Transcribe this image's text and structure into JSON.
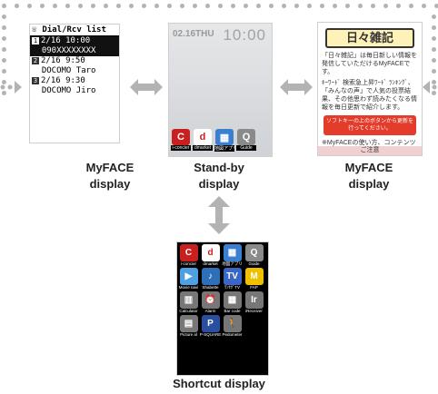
{
  "captions": {
    "left": [
      "MyFACE",
      "display"
    ],
    "center": [
      "Stand-by",
      "display"
    ],
    "right": [
      "MyFACE",
      "display"
    ],
    "bottom": "Shortcut display"
  },
  "dial": {
    "title": "Dial/Rcv list",
    "rows": [
      {
        "idx": "1",
        "line1": "2/16 10:00",
        "line2": "090XXXXXXXX"
      },
      {
        "idx": "2",
        "line1": "2/16 9:50",
        "line2": "DOCOMO Taro"
      },
      {
        "idx": "3",
        "line1": "2/16 9:30",
        "line2": "DOCOMO Jiro"
      }
    ]
  },
  "standby": {
    "date": "02.16THU",
    "time": "10:00",
    "apps": [
      {
        "label": "i-concier",
        "color": "#c8201e",
        "glyph": "C"
      },
      {
        "label": "dmarket",
        "color": "#ffffff",
        "glyph": "d"
      },
      {
        "label": "地図アプリ",
        "color": "#3b7fd0",
        "glyph": "▦"
      },
      {
        "label": "Guide",
        "color": "#8a8a8a",
        "glyph": "Q"
      }
    ]
  },
  "myface": {
    "title": "日々雑記",
    "body1": "「日々雑記」は毎日新しい情報を発信していただけるMyFACEです。",
    "body2": "ｷｰﾜｰﾄﾞ 検索急上昇ﾜｰﾄﾞ ﾗﾝｷﾝｸﾞ、「みんなの声」で人気の投票結果、その他思わず読みたくなる情報を毎日更新で紹介します。",
    "button": "ソフトキーの上のボタンから更新を行ってください。",
    "body3": "※MyFACEの使い方、コンテンツ一覧は「MyFACE navi」をご確認ください。",
    "footer": "ご注意"
  },
  "shortcut": {
    "items": [
      {
        "label": "i-concier",
        "color": "#c8201e",
        "glyph": "C"
      },
      {
        "label": "dmarket",
        "color": "#ffffff",
        "glyph": "d"
      },
      {
        "label": "地図アプリ",
        "color": "#3b7fd0",
        "glyph": "▦"
      },
      {
        "label": "Guide",
        "color": "#8a8a8a",
        "glyph": "Q"
      },
      {
        "label": "Movie navi",
        "color": "#4fa0e0",
        "glyph": "▶"
      },
      {
        "label": "Shabette",
        "color": "#2e6fb7",
        "glyph": "♪"
      },
      {
        "label": "ﾜﾝｾｸﾞTV",
        "color": "#3a66c8",
        "glyph": "TV"
      },
      {
        "label": "FAP",
        "color": "#f0c000",
        "glyph": "M"
      },
      {
        "label": "Calculator",
        "color": "#777",
        "glyph": "▥"
      },
      {
        "label": "Alarm",
        "color": "#777",
        "glyph": "⏰"
      },
      {
        "label": "Bar code",
        "color": "#777",
        "glyph": "▦"
      },
      {
        "label": "iReceiver",
        "color": "#777",
        "glyph": "Ir"
      },
      {
        "label": "Picture al",
        "color": "#777",
        "glyph": "▤"
      },
      {
        "label": "P-SQUARE",
        "color": "#2a4fa0",
        "glyph": "P"
      },
      {
        "label": "Pedometer",
        "color": "#777",
        "glyph": "🚶"
      }
    ]
  },
  "colors": {
    "arrow": "#b3b3b3",
    "dots": "#b3b3b3"
  }
}
